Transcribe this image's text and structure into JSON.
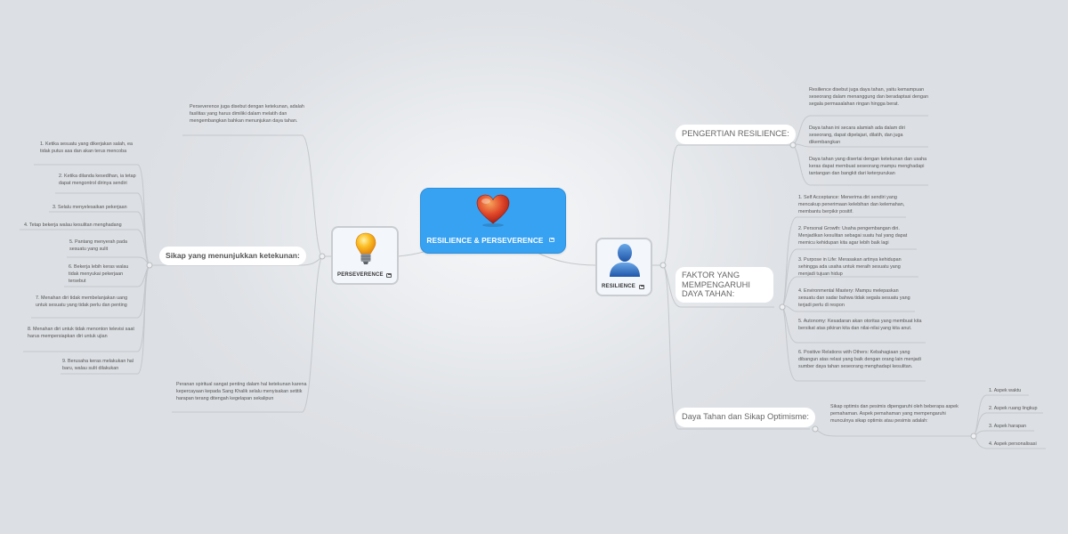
{
  "root": {
    "label": "RESILIENCE & PERSEVERENCE",
    "icon": "heart-icon",
    "color": "#38a2f2"
  },
  "left": {
    "node": {
      "label": "PERSEVERENCE",
      "icon": "lightbulb-icon"
    },
    "definition": "Perseverence juga disebut dengan ketekunan, adalah fasilitas yang harus dimiliki dalam melatih dan mengembangkan bahkan menunjukan daya tahan.",
    "attitudes": {
      "label": "Sikap yang menunjukkan ketekunan:",
      "items": [
        "1. Ketika sesuatu yang dikerjakan salah, ea tidak putus asa dan akan terus mencoba",
        "2. Ketika dilanda kesedihan, ia tetap dapat mengontrol dirinya sendiri",
        "3. Selalu menyelesaikan pekerjaan",
        "4. Tetap bekerja walau kesulitan menghadang",
        "5. Pantang menyerah pada sesuatu yang sulit",
        "6. Bekerja lebih keras walau tidak menyukai pekerjaan tersebut",
        "7. Menahan diri tidak membelanjakan uang untuk sesuatu yang tidak perlu dan penting",
        "8. Menahan diri untuk tidak menonton televisi saat harus mempersiapkan diri untuk ujian",
        "9. Berusaha keras melakukan hal baru, walau sulit dilakukan"
      ]
    },
    "spiritual": "Peranan spiritual sangat penting dalam hal ketekunan karena kepercayaan kepada Sang Khalik selalu menyisakan setitik harapan terang ditengah kegelapan sekalipun"
  },
  "right": {
    "node": {
      "label": "RESILIENCE",
      "icon": "person-icon"
    },
    "definition": {
      "label": "PENGERTIAN RESILIENCE:",
      "items": [
        "Resilience disebut juga daya tahan, yaitu kemampuan seseorang dalam menanggung dan beradaptasi dengan segala permasalahan ringan hingga berat.",
        "Daya tahan ini secara alamiah ada dalam diri seseorang, dapat dipelajari, dilatih, dan juga dikembangkan",
        "Daya tahan yang disertai dengan ketekunan dan usaha keras dapat membuat seseorang mampu menghadapi tantangan dan bangkit dari keterpurukan"
      ]
    },
    "factors": {
      "label": "FAKTOR YANG MEMPENGARUHI DAYA TAHAN:",
      "items": [
        "1. Self Acceptance: Menerima diri sendiri yang mencakup penerimaan kelebihan dan kelemahan, membantu berpikir positif.",
        "2. Personal Growth: Usaha pengembangan diri. Menjadikan kesulitan sebagai suatu hal yang dapat memicu kehidupan kita agar lebih baik lagi",
        "3. Purpose in Life: Merasakan artinya kehidupan sehingga ada usaha untuk meraih sesuatu yang menjadi tujuan hidup",
        "4. Environmental Mastery: Mampu melepaskan sesuatu dan sadar bahwa tidak segala sesuatu yang terjadi perlu di respon",
        "5. Autonomy: Kesadaran akan otoritas yang membuat kita bersikat atas pikiran kita dan nilai-nilai yang kita anut.",
        "6. Positive Relations with Others: Kebahagiaan yang dibangun atas relasi yang baik dengan orang lain menjadi sumber daya tahan seseorang menghadapi kesulitan."
      ]
    },
    "optimism": {
      "label": "Daya Tahan dan Sikap Optimisme:",
      "note": "Sikap optimis dan pesimis dipengaruhi oleh beberapa aspek pemahaman. Aspek pemahaman yang mempengaruhi munculnya sikap optimis atau pesimis adalah:",
      "aspects": [
        "1. Aspek waktu",
        "2. Aspek ruang lingkup",
        "3. Aspek harapan",
        "4. Aspek personalisasi"
      ]
    }
  }
}
